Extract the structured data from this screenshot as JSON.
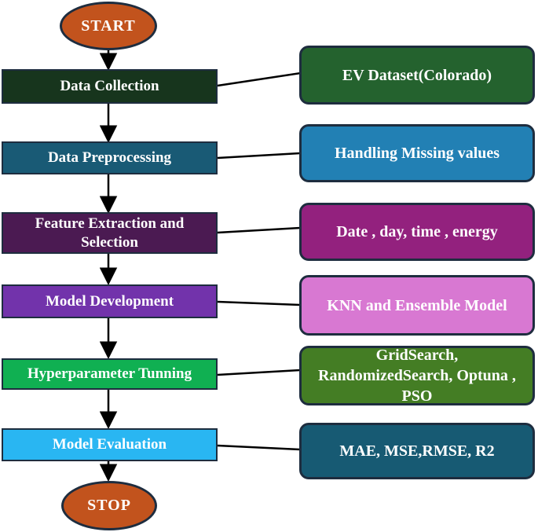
{
  "diagram": {
    "type": "flowchart",
    "colors": {
      "border": "#1e2d3f",
      "line": "#000000",
      "text": "#ffffff"
    },
    "terminals": {
      "start": {
        "label": "START",
        "fill": "#c2531d"
      },
      "stop": {
        "label": "STOP",
        "fill": "#c2531d"
      }
    },
    "steps": [
      {
        "label": "Data Collection",
        "fill": "#17351d",
        "detail": {
          "label": "EV Dataset(Colorado)",
          "fill": "#24622e"
        }
      },
      {
        "label": "Data Preprocessing",
        "fill": "#195a75",
        "detail": {
          "label": "Handling Missing values",
          "fill": "#2280b4"
        }
      },
      {
        "label": "Feature Extraction and Selection",
        "fill": "#4b1a52",
        "detail": {
          "label": "Date , day, time , energy",
          "fill": "#93217e"
        }
      },
      {
        "label": "Model Development",
        "fill": "#7233ab",
        "detail": {
          "label": "KNN and Ensemble Model",
          "fill": "#d878d2"
        }
      },
      {
        "label": "Hyperparameter Tunning",
        "fill": "#10b052",
        "detail": {
          "label": "GridSearch, RandomizedSearch, Optuna , PSO",
          "fill": "#447d24"
        }
      },
      {
        "label": "Model Evaluation",
        "fill": "#29b6f2",
        "detail": {
          "label": "MAE, MSE,RMSE, R2",
          "fill": "#175a73"
        }
      }
    ]
  }
}
